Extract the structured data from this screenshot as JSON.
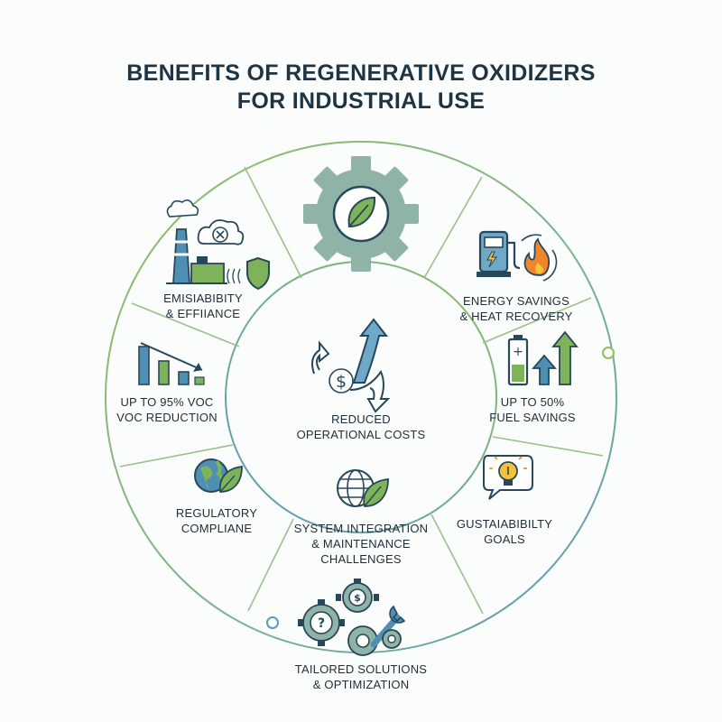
{
  "title": {
    "line1": "BENEFITS OF REGENERATIVE OXIDIZERS",
    "line2": "FOR INDUSTRIAL USE"
  },
  "center": {
    "line1": "REDUCED",
    "line2": "OPERATIONAL COSTS",
    "icon": "cost-arrows-dollar-icon"
  },
  "segments": [
    {
      "id": "top",
      "icon": "gear-leaf-icon",
      "lines": []
    },
    {
      "id": "energy",
      "icon": "fuel-pump-flame-icon",
      "lines": [
        "ENERGY SAVINGS",
        "& HEAT RECOVERY"
      ]
    },
    {
      "id": "fuel",
      "icon": "battery-arrows-icon",
      "lines": [
        "UP TO  50%",
        "FUEL SAVINGS"
      ]
    },
    {
      "id": "sustain",
      "icon": "lightbulb-speech-icon",
      "lines": [
        "GUSTAIABIBILTY",
        "GOALS"
      ]
    },
    {
      "id": "tailored",
      "icon": "gears-wrench-icon",
      "lines": [
        "TAILORED SOLUTIONS",
        "& OPTIMIZATION"
      ]
    },
    {
      "id": "regulatory",
      "icon": "globe-leaf-icon",
      "lines": [
        "REGULATORY",
        "COMPLIANE"
      ]
    },
    {
      "id": "voc",
      "icon": "declining-bars-icon",
      "lines": [
        "UP TO 95%    VOC",
        "VOC REDUCTION"
      ]
    },
    {
      "id": "emis",
      "icon": "factory-cloud-shield-icon",
      "lines": [
        "EMISIABIBITY",
        "& EFFIIANCE"
      ]
    }
  ],
  "inner_bottom": {
    "icon": "globe-leaf-icon",
    "lines": [
      "SYSTEM INTEGRATION",
      "& MAINTENANCE",
      "CHALLENGES"
    ]
  },
  "colors": {
    "ring_green": "#8fbf62",
    "ring_blue": "#5a9ab8",
    "icon_navy": "#27485a",
    "icon_blue": "#4f8fb3",
    "icon_green": "#7fb35a",
    "gear_gray": "#8fb3a7",
    "flame_orange": "#f0862b"
  }
}
